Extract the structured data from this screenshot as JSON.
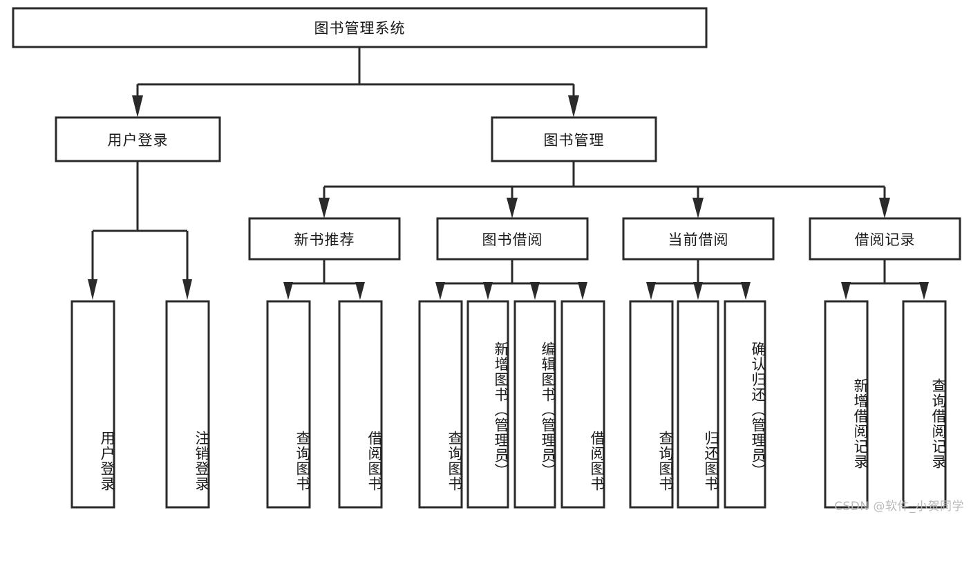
{
  "diagram": {
    "title": "图书管理系统",
    "type": "tree-hierarchy",
    "root": {
      "label": "图书管理系统"
    },
    "level2": [
      {
        "id": "user-login",
        "label": "用户登录"
      },
      {
        "id": "book-manage",
        "label": "图书管理"
      }
    ],
    "level3": [
      {
        "id": "new-book-recommend",
        "label": "新书推荐",
        "parent": "book-manage"
      },
      {
        "id": "book-borrow",
        "label": "图书借阅",
        "parent": "book-manage"
      },
      {
        "id": "current-borrow",
        "label": "当前借阅",
        "parent": "book-manage"
      },
      {
        "id": "borrow-record",
        "label": "借阅记录",
        "parent": "book-manage"
      }
    ],
    "leaves": [
      {
        "id": "leaf-user-login",
        "label": "用户登录",
        "parent": "user-login"
      },
      {
        "id": "leaf-logout-login",
        "label": "注销登录",
        "parent": "user-login"
      },
      {
        "id": "leaf-query-book-1",
        "label": "查询图书",
        "parent": "new-book-recommend"
      },
      {
        "id": "leaf-borrow-book-1",
        "label": "借阅图书",
        "parent": "new-book-recommend"
      },
      {
        "id": "leaf-query-book-2",
        "label": "查询图书",
        "parent": "book-borrow"
      },
      {
        "id": "leaf-add-book",
        "label": "新增图书（管理员）",
        "parent": "book-borrow"
      },
      {
        "id": "leaf-edit-book",
        "label": "编辑图书（管理员）",
        "parent": "book-borrow"
      },
      {
        "id": "leaf-borrow-book-2",
        "label": "借阅图书",
        "parent": "book-borrow"
      },
      {
        "id": "leaf-query-book-3",
        "label": "查询图书",
        "parent": "current-borrow"
      },
      {
        "id": "leaf-return-book",
        "label": "归还图书",
        "parent": "current-borrow"
      },
      {
        "id": "leaf-confirm-return",
        "label": "确认归还（管理员）",
        "parent": "current-borrow"
      },
      {
        "id": "leaf-add-record",
        "label": "新增借阅记录",
        "parent": "borrow-record"
      },
      {
        "id": "leaf-query-record",
        "label": "查询借阅记录",
        "parent": "borrow-record"
      }
    ],
    "colors": {
      "stroke": "#2a2a2a",
      "fill": "#ffffff",
      "text": "#1a1a1a",
      "background": "#ffffff",
      "watermark": "#b9b9b9"
    }
  },
  "watermark": {
    "text": "CSDN @软件_小贺同学"
  }
}
